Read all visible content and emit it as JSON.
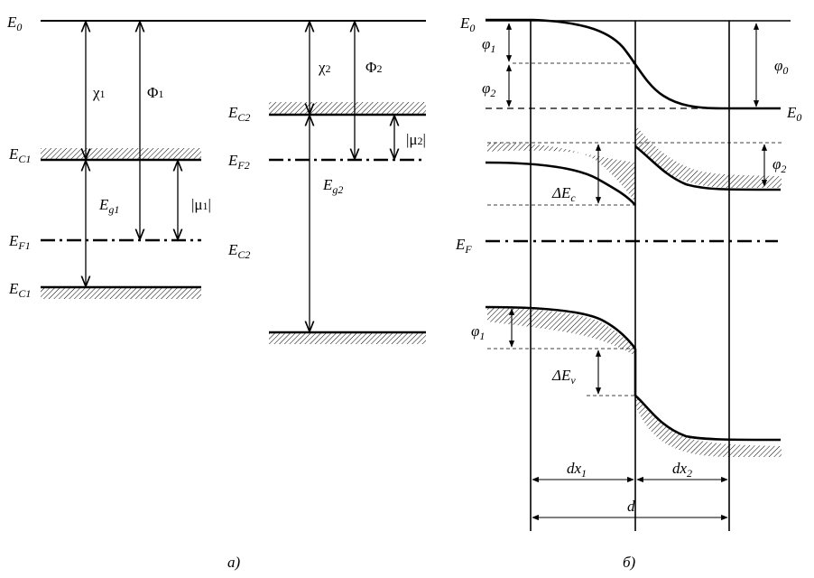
{
  "panel_a": {
    "caption": "а)",
    "E0": {
      "main": "E",
      "sub": "0"
    },
    "chi1": {
      "main": "χ",
      "sub": "1"
    },
    "Phi1": {
      "main": "Φ",
      "sub": "1"
    },
    "Ec1_top": {
      "main": "E",
      "sub": "C1"
    },
    "Eg1": {
      "main": "E",
      "sub": "g1"
    },
    "mu1": {
      "pre": "|μ",
      "sub": "1",
      "post": "|"
    },
    "EF1": {
      "main": "E",
      "sub": "F1"
    },
    "Ec1_bottom": {
      "main": "E",
      "sub": "C1"
    },
    "chi2": {
      "main": "χ",
      "sub": "2"
    },
    "Phi2": {
      "main": "Φ",
      "sub": "2"
    },
    "Ec2_top": {
      "main": "E",
      "sub": "C2"
    },
    "mu2": {
      "pre": "|μ",
      "sub": "2",
      "post": "|"
    },
    "EF2": {
      "main": "E",
      "sub": "F2"
    },
    "Eg2": {
      "main": "E",
      "sub": "g2"
    },
    "Ec2_mid": {
      "main": "E",
      "sub": "C2"
    }
  },
  "panel_b": {
    "caption": "б)",
    "E0_left": {
      "main": "E",
      "sub": "0"
    },
    "E0_right": {
      "main": "E",
      "sub": "0"
    },
    "phi1_top": {
      "main": "φ",
      "sub": "1"
    },
    "phi2_top": {
      "main": "φ",
      "sub": "2"
    },
    "phi0": {
      "main": "φ",
      "sub": "0"
    },
    "phi2_right": {
      "main": "φ",
      "sub": "2"
    },
    "dEc": {
      "main": "ΔE",
      "sub": "c"
    },
    "EF": {
      "main": "E",
      "sub": "F"
    },
    "phi1_low": {
      "main": "φ",
      "sub": "1"
    },
    "dEv": {
      "main": "ΔE",
      "sub": "v"
    },
    "dx1": {
      "main": "dx",
      "sub": "1"
    },
    "dx2": {
      "main": "dx",
      "sub": "2"
    },
    "d": "d"
  }
}
